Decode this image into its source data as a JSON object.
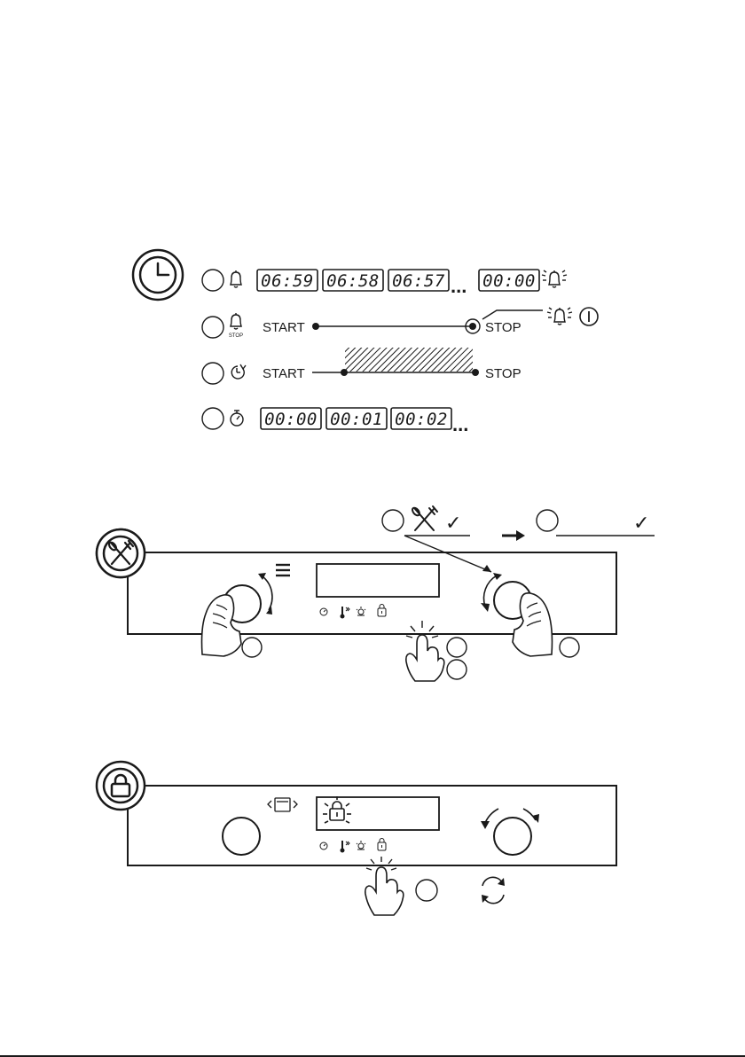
{
  "timer_section": {
    "countdown_displays": [
      "06:59",
      "06:58",
      "06:57",
      "00:00"
    ],
    "countdown_more": "...",
    "end_label_row2_start": "START",
    "end_label_row2_stop": "STOP",
    "bell_stop_caption": "STOP",
    "delay_label_start": "START",
    "delay_label_stop": "STOP",
    "countup_displays": [
      "00:00",
      "00:01",
      "00:02"
    ],
    "countup_more": "..."
  },
  "cooking_section": {
    "confirm_check": "✓",
    "confirm_check_2": "✓"
  },
  "icons": [
    "clock-icon",
    "bell-icon",
    "bell-stop-icon",
    "delayed-start-icon",
    "stopwatch-icon",
    "ringing-bell-icon",
    "power-icon",
    "cutlery-icon",
    "menu-icon",
    "lock-icon",
    "oven-light-icon",
    "refresh-icon",
    "hand-pointer-icon",
    "hand-knob-icon"
  ],
  "colors": {
    "ink": "#1a1a1a",
    "background": "#ffffff"
  }
}
